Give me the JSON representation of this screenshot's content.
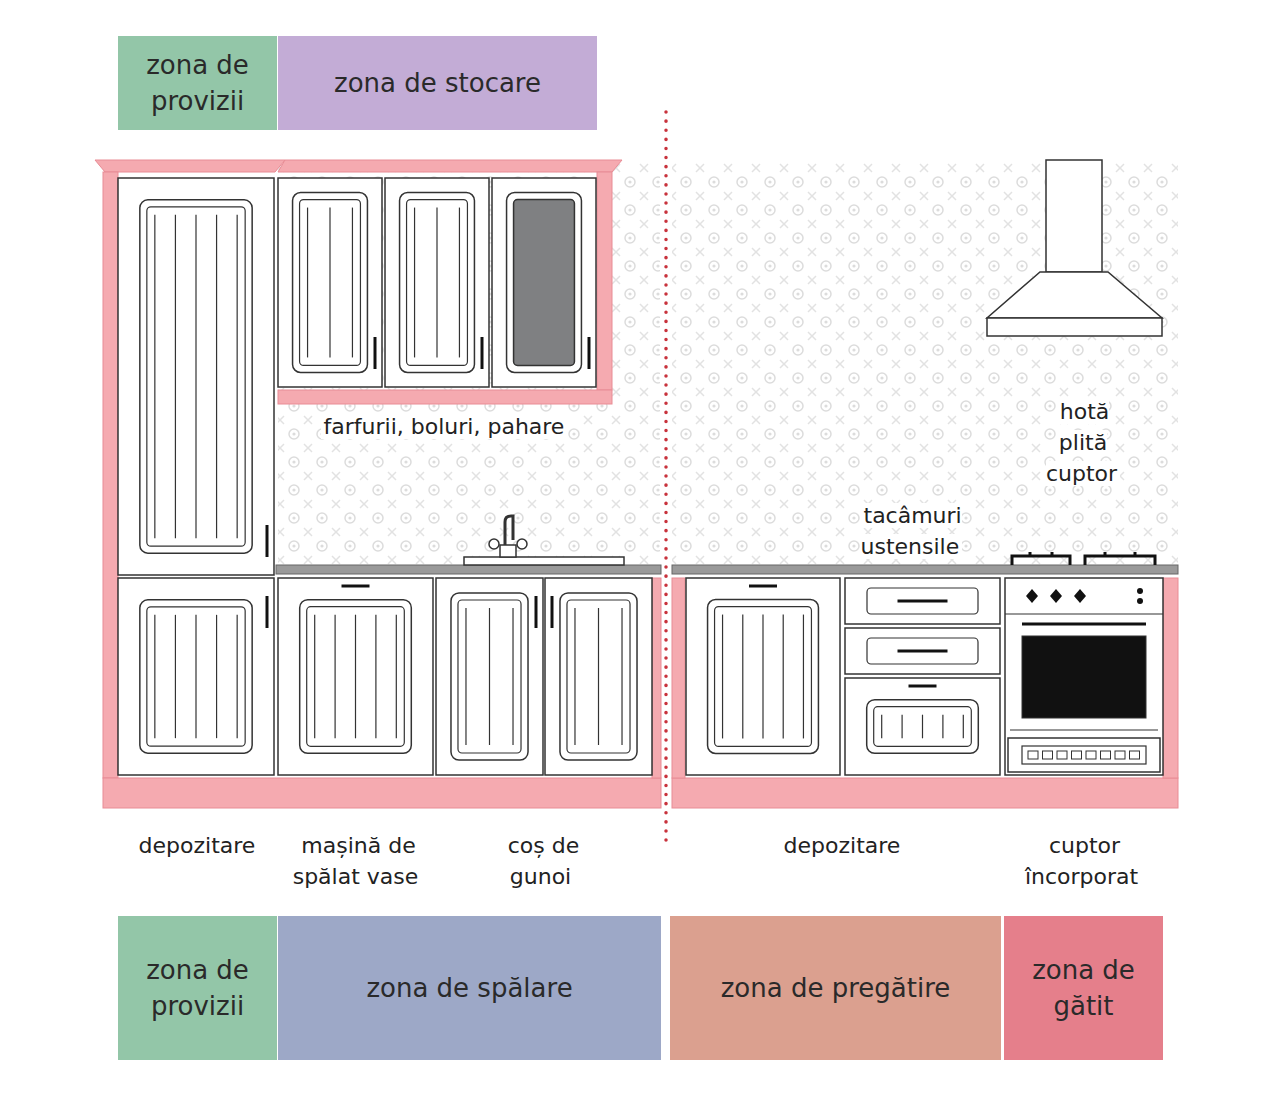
{
  "diagram": {
    "nodes": [
      {
        "text": [
          "zona de provizii"
        ]
      },
      {
        "text": [
          "zona de stocare"
        ]
      },
      {
        "text": [
          "zona de provizii"
        ]
      },
      {
        "text": [
          "zona de spălare"
        ]
      },
      {
        "text": [
          "zona de pregătire"
        ]
      },
      {
        "text": [
          "zona de gătit"
        ]
      }
    ],
    "labels": [
      "farfurii, boluri, pahare",
      "tacâmuri ustensile",
      "hotă plită cuptor",
      "depozitare",
      "mașină de spălat vase",
      "coș de gunoi",
      "depozitare",
      "cuptor încorporat"
    ]
  }
}
